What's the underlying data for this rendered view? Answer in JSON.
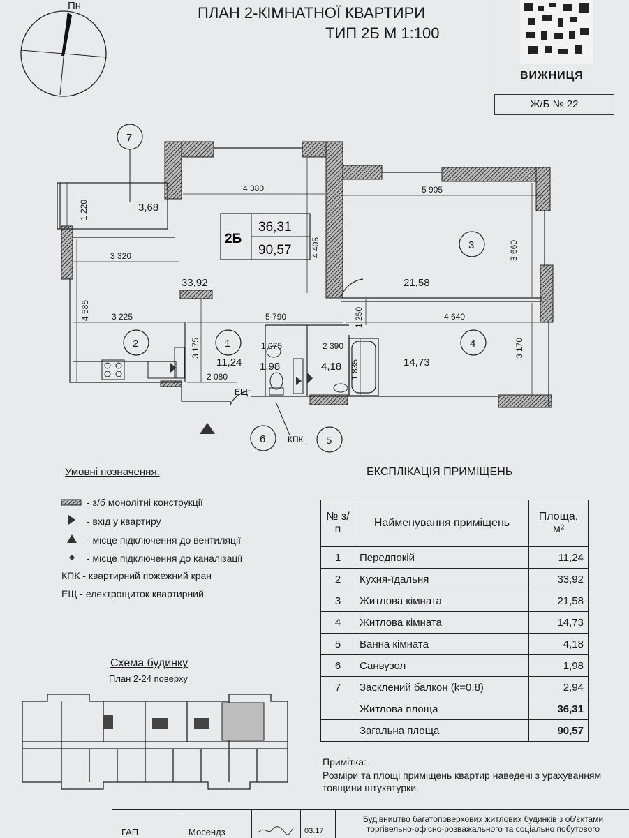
{
  "header": {
    "title": "ПЛАН 2-КІМНАТНОЇ КВАРТИРИ",
    "subtitle": "ТИП 2Б   М 1:100",
    "city": "ВИЖНИЦЯ",
    "building_no": "Ж/Б № 22",
    "north_label": "Пн"
  },
  "plan": {
    "apt_type": "2Б",
    "living_area": "36,31",
    "total_area": "90,57",
    "rooms": [
      {
        "no": "1",
        "area": "11,24"
      },
      {
        "no": "2",
        "area": "33,92"
      },
      {
        "no": "3",
        "area": "21,58"
      },
      {
        "no": "4",
        "area": "14,73"
      },
      {
        "no": "5",
        "area": "4,18"
      },
      {
        "no": "6",
        "area": "1,98"
      },
      {
        "no": "7",
        "area": "3,68"
      }
    ],
    "dims": [
      "4 380",
      "5 905",
      "3 320",
      "4 405",
      "3 660",
      "3 225",
      "5 790",
      "4 640",
      "1 250",
      "4 585",
      "3 175",
      "1 075",
      "2 390",
      "1 835",
      "3 170",
      "2 080",
      "1 220"
    ],
    "labels": {
      "esch": "ЕЩ",
      "kpk": "КПК"
    }
  },
  "legend": {
    "title": "Умовні позначення:",
    "items": [
      "- з/б монолітні конструкції",
      "- вхід у квартиру",
      "- місце підключення до вентиляції",
      "- місце підключення до каналізації"
    ],
    "abbr": [
      {
        "code": "КПК",
        "text": " - квартирний пожежний кран"
      },
      {
        "code": "ЕЩ",
        "text": "  - електрощиток квартирний"
      }
    ]
  },
  "explication": {
    "title": "ЕКСПЛІКАЦІЯ ПРИМІЩЕНЬ",
    "headers": {
      "no": "№ з/п",
      "name": "Найменування приміщень",
      "area": "Площа, м²"
    },
    "rows": [
      {
        "no": "1",
        "name": "Передпокій",
        "area": "11,24"
      },
      {
        "no": "2",
        "name": "Кухня-їдальня",
        "area": "33,92"
      },
      {
        "no": "3",
        "name": "Житлова кімната",
        "area": "21,58"
      },
      {
        "no": "4",
        "name": "Житлова кімната",
        "area": "14,73"
      },
      {
        "no": "5",
        "name": "Ванна кімната",
        "area": "4,18"
      },
      {
        "no": "6",
        "name": "Санвузол",
        "area": "1,98"
      },
      {
        "no": "7",
        "name": "Засклений балкон (k=0,8)",
        "area": "2,94"
      }
    ],
    "totals": [
      {
        "name": "Житлова площа",
        "area": "36,31"
      },
      {
        "name": "Загальна площа",
        "area": "90,57"
      }
    ]
  },
  "schema": {
    "title": "Схема будинку",
    "subtitle": "План 2-24 поверху"
  },
  "note": {
    "title": "Примітка:",
    "body": "Розміри та площі приміщень квартир наведені з урахуванням товщини штукатурки."
  },
  "titleblock": {
    "role": "ГАП",
    "name": "Мосендз",
    "date": "03.17",
    "project": "Будівництво багатоповерхових житлових будинків з об'єктами торгівельно-офісно-розважального та соціально побутового"
  },
  "colors": {
    "wall_hatch": "#333333",
    "paper": "#e9eaec",
    "ink": "#1a1a1a"
  }
}
